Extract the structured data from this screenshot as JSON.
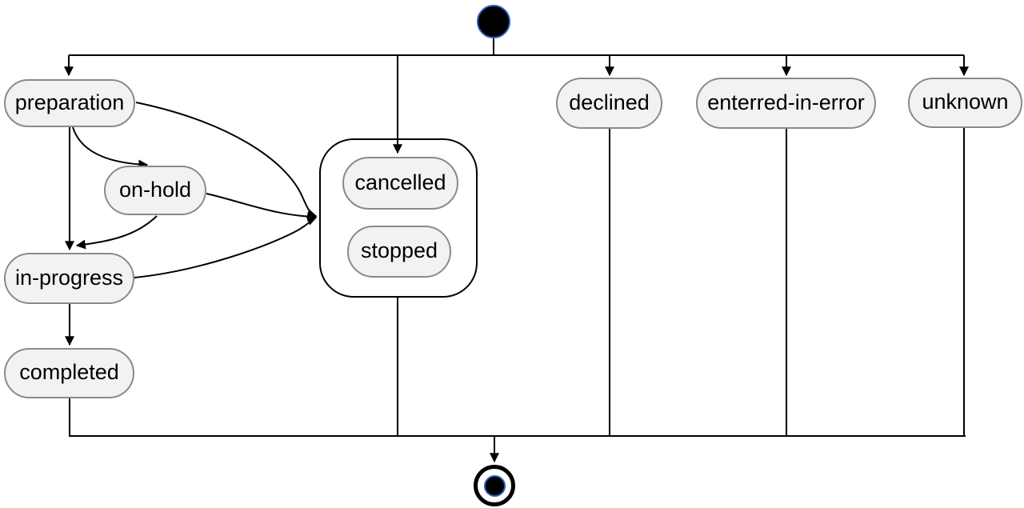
{
  "diagram": {
    "kind": "uml-state-machine",
    "colors": {
      "background": "#ffffff",
      "node_fill": "#f2f2f2",
      "node_border": "#8a8a8a",
      "edge": "#000000",
      "composite_border": "#000000",
      "accent_blue": "#2e5cb8"
    },
    "nodes": {
      "initial": "initial-state",
      "final": "final-state"
    },
    "states": [
      {
        "id": "preparation",
        "label": "preparation"
      },
      {
        "id": "on-hold",
        "label": "on-hold"
      },
      {
        "id": "in-progress",
        "label": "in-progress"
      },
      {
        "id": "completed",
        "label": "completed"
      },
      {
        "id": "cancelled",
        "label": "cancelled",
        "parent": "composite-group"
      },
      {
        "id": "stopped",
        "label": "stopped",
        "parent": "composite-group"
      },
      {
        "id": "declined",
        "label": "declined"
      },
      {
        "id": "enterred-in-error",
        "label": "enterred-in-error"
      },
      {
        "id": "unknown",
        "label": "unknown"
      }
    ],
    "transitions": [
      {
        "from": "initial",
        "to": "preparation"
      },
      {
        "from": "initial",
        "to": "cancelled"
      },
      {
        "from": "initial",
        "to": "declined"
      },
      {
        "from": "initial",
        "to": "enterred-in-error"
      },
      {
        "from": "initial",
        "to": "unknown"
      },
      {
        "from": "preparation",
        "to": "on-hold"
      },
      {
        "from": "preparation",
        "to": "in-progress"
      },
      {
        "from": "preparation",
        "to": "composite-group"
      },
      {
        "from": "on-hold",
        "to": "in-progress"
      },
      {
        "from": "on-hold",
        "to": "composite-group"
      },
      {
        "from": "in-progress",
        "to": "completed"
      },
      {
        "from": "in-progress",
        "to": "composite-group"
      },
      {
        "from": "completed",
        "to": "final"
      },
      {
        "from": "composite-group",
        "to": "final"
      },
      {
        "from": "declined",
        "to": "final"
      },
      {
        "from": "enterred-in-error",
        "to": "final"
      },
      {
        "from": "unknown",
        "to": "final"
      }
    ]
  }
}
